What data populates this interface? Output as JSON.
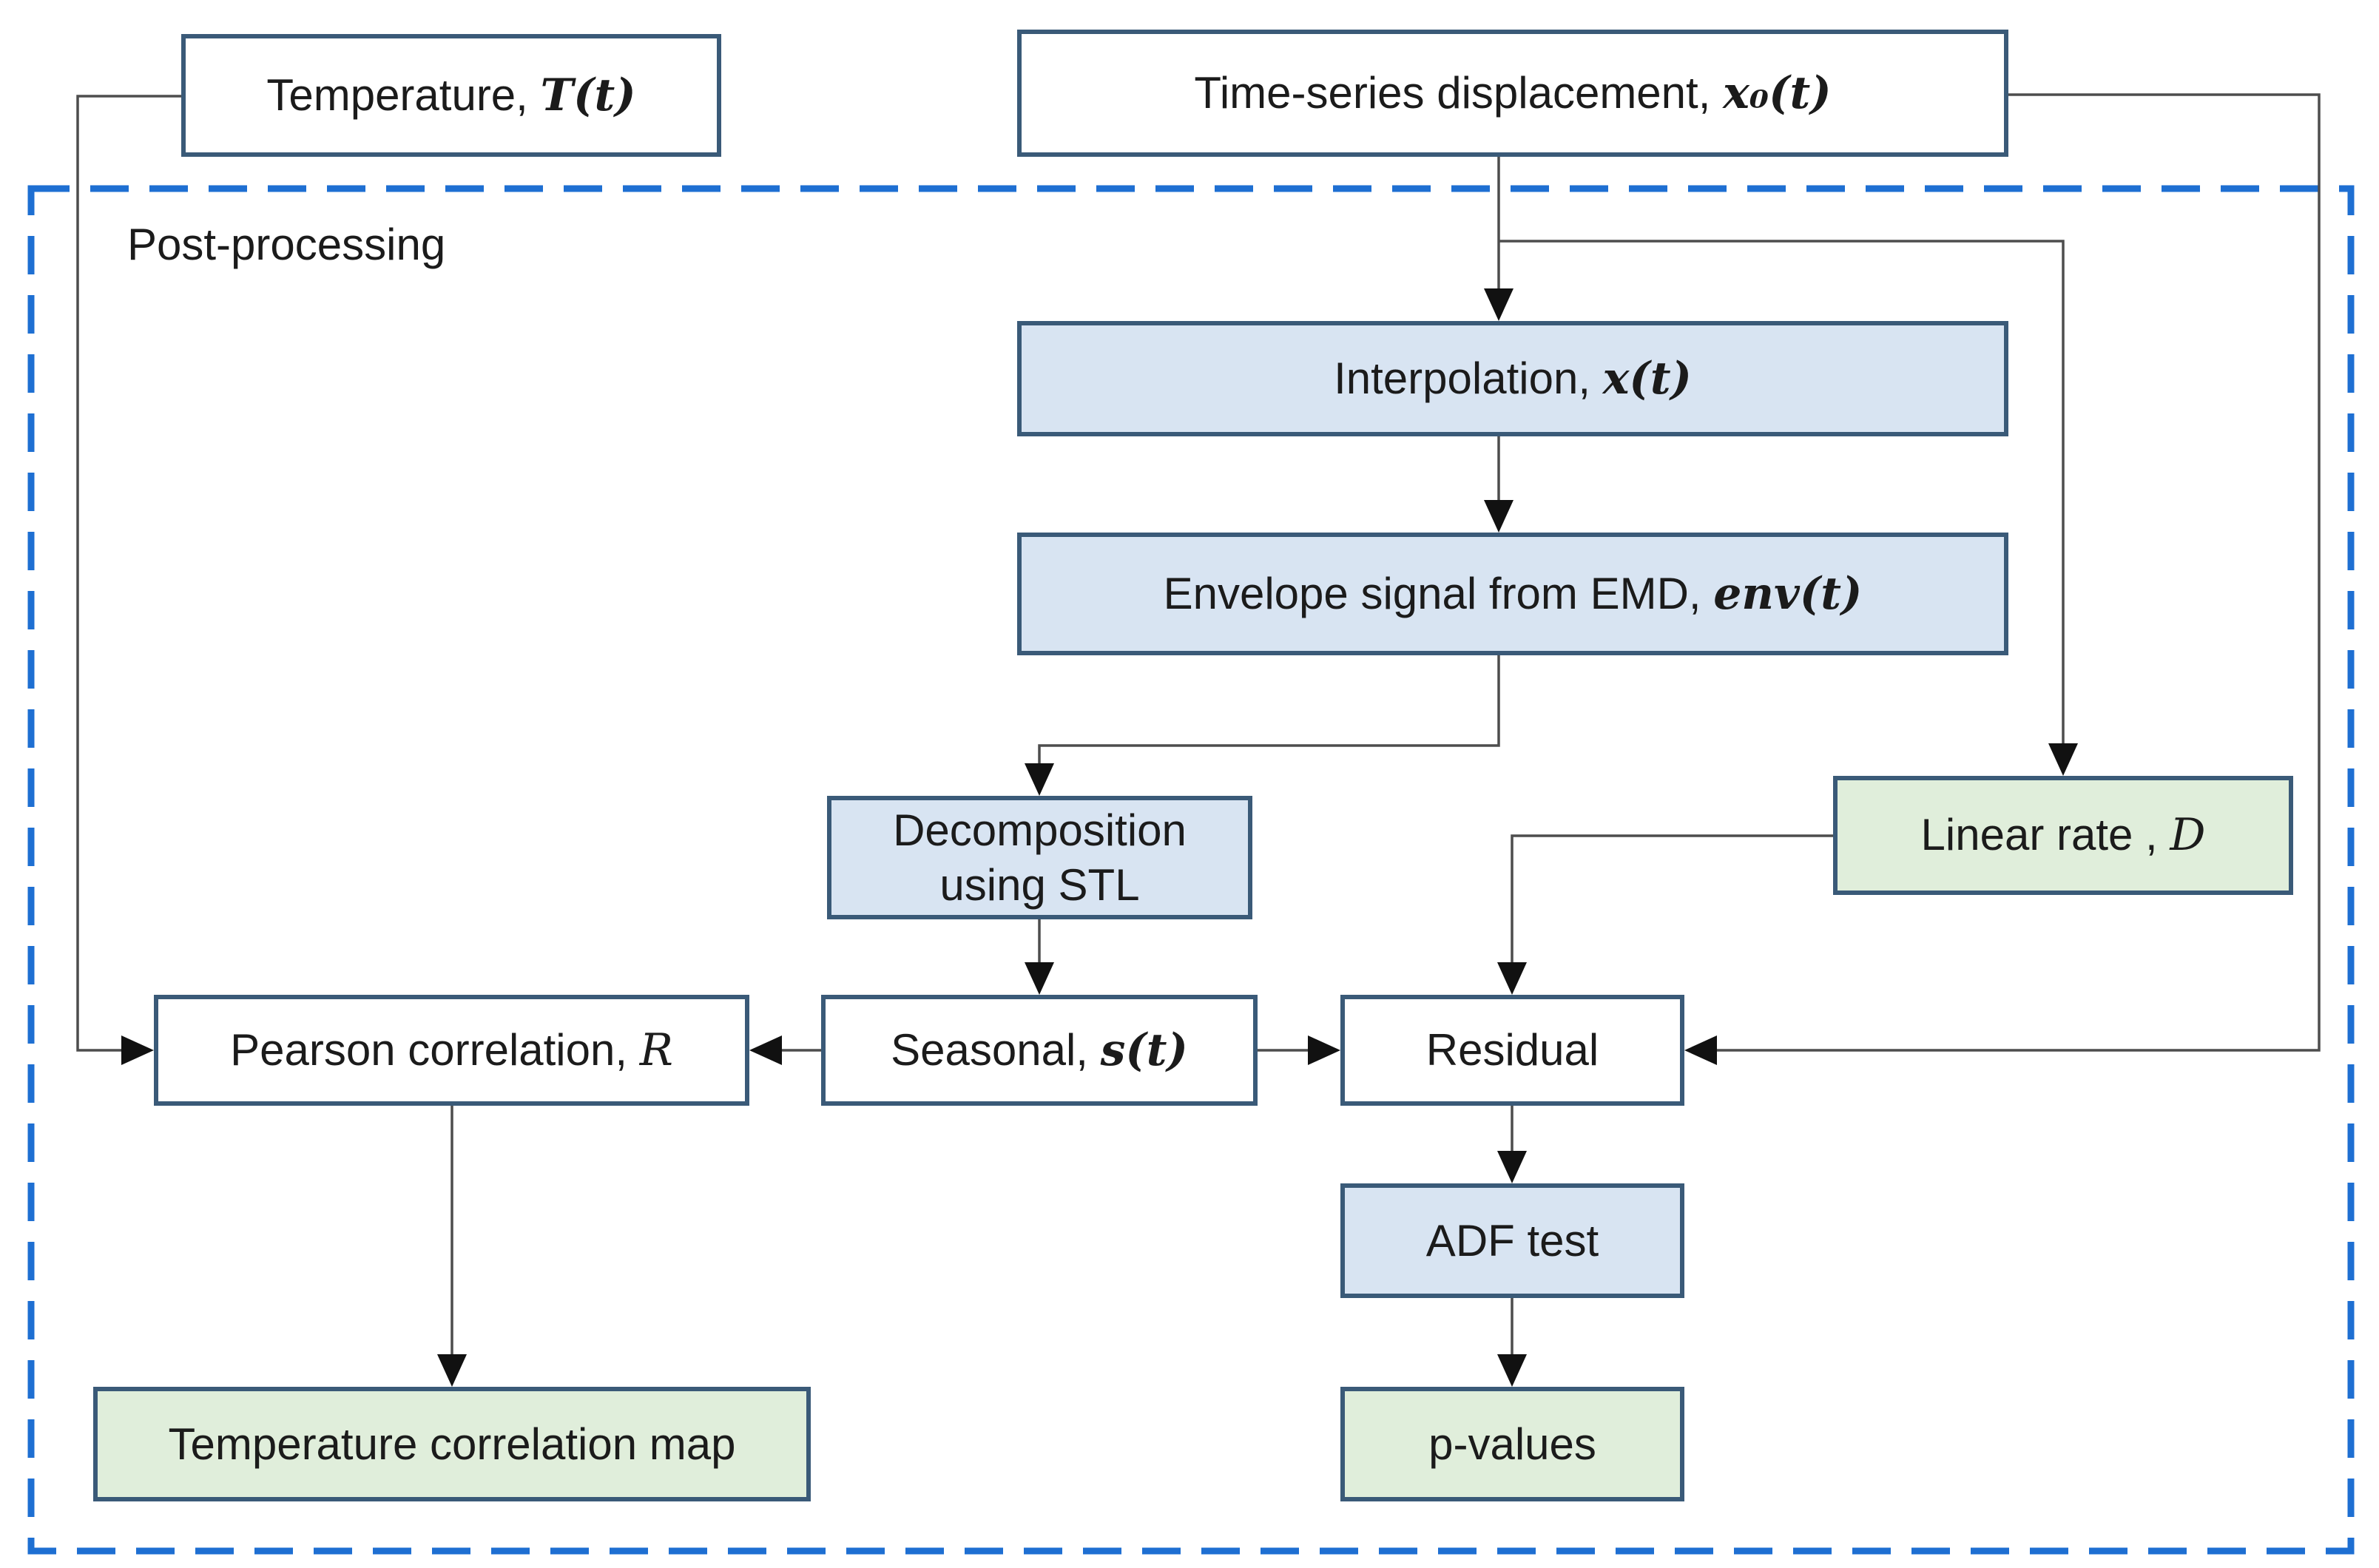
{
  "post_processing": {
    "label": "Post-processing"
  },
  "nodes": {
    "temperature": {
      "text": "Temperature, ",
      "math": "T(t)"
    },
    "timeseries": {
      "text": "Time-series displacement, ",
      "math": "x₀(t)"
    },
    "interpolation": {
      "text": "Interpolation, ",
      "math": "x(t)"
    },
    "envelope": {
      "text": "Envelope signal from EMD, ",
      "math": "env(t)"
    },
    "decomposition": {
      "line1": "Decomposition",
      "line2": "using STL"
    },
    "linear_rate": {
      "text": "Linear rate , ",
      "math": "D"
    },
    "pearson": {
      "text": "Pearson correlation, ",
      "math": "R"
    },
    "seasonal": {
      "text": "Seasonal, ",
      "math": "s(t)"
    },
    "residual": {
      "text": "Residual"
    },
    "adf_test": {
      "text": "ADF test"
    },
    "p_values": {
      "text": "p-values"
    },
    "temp_corr_map": {
      "text": "Temperature correlation map"
    }
  },
  "colors": {
    "box_border": "#3a5a78",
    "white_fill": "#ffffff",
    "blue_fill": "#d8e4f2",
    "green_fill": "#e0eedb",
    "dashed_boundary": "#1e6fd2",
    "connector": "#4d4d4d",
    "arrowhead": "#111111",
    "text": "#1b1b1b"
  }
}
